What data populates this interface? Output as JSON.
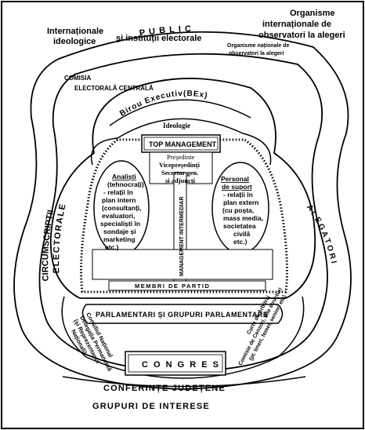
{
  "outer": {
    "international_ideologies": [
      "Internaționale",
      "ideologice"
    ],
    "public": "P U B L I C",
    "electoral_institutions": "și instituții electorale",
    "international_observers": [
      "Organisme",
      "internaționale de",
      "observatori la alegeri"
    ],
    "national_observers": [
      "Organisme naționale de",
      "observatori la alegeri"
    ],
    "cec": [
      "COMISIA",
      "ELECTORALĂ CENTRALĂ"
    ],
    "constituencies": [
      "CIRCUMSCRIPȚII",
      "ELECTORALE"
    ],
    "voters": "A L E G A T O R I",
    "county_conferences": "CONFERINȚE JUDEȚENE",
    "interest_groups": "GRUPURI DE INTERESE"
  },
  "party": {
    "executive_bureau": "Birou Executiv(BEx)",
    "ideology": "Ideologie",
    "top_management": "TOP MANAGEMENT",
    "leaders": [
      "Președinte",
      "Vicepreședinți",
      "Secretar gen.",
      "și adjuncți"
    ],
    "analysts": [
      "Analiști",
      "(tehnocrați)",
      "- relații în",
      "plan intern",
      "(consultanți,",
      "evaluatori,",
      "specialiști în",
      "sondaje și",
      "marketing",
      "etc.)"
    ],
    "support_staff": [
      "Personal",
      "de suport",
      "- relații în",
      "plan extern",
      "(cu poșta,",
      "mass media,",
      "societatea",
      "civilă",
      "etc.)"
    ],
    "middle_management": "MANAGEMENT INTERMEDIAR",
    "members": "MEMBRI DE PARTID",
    "parliamentarians": "PARLAMENTARI ȘI GRUPURI PARLAMENTARE",
    "national_council": [
      "Consiliul Național",
      "Delegația Permanentă",
      "(și Reprezentanții",
      "Naționali)"
    ],
    "arbitration": [
      "Curte de Arbitraj",
      "Comisie de Cenzori, alte structuri",
      "(pt. tineri, femei, seniori etc)"
    ],
    "congress": "C O N G R E S"
  }
}
